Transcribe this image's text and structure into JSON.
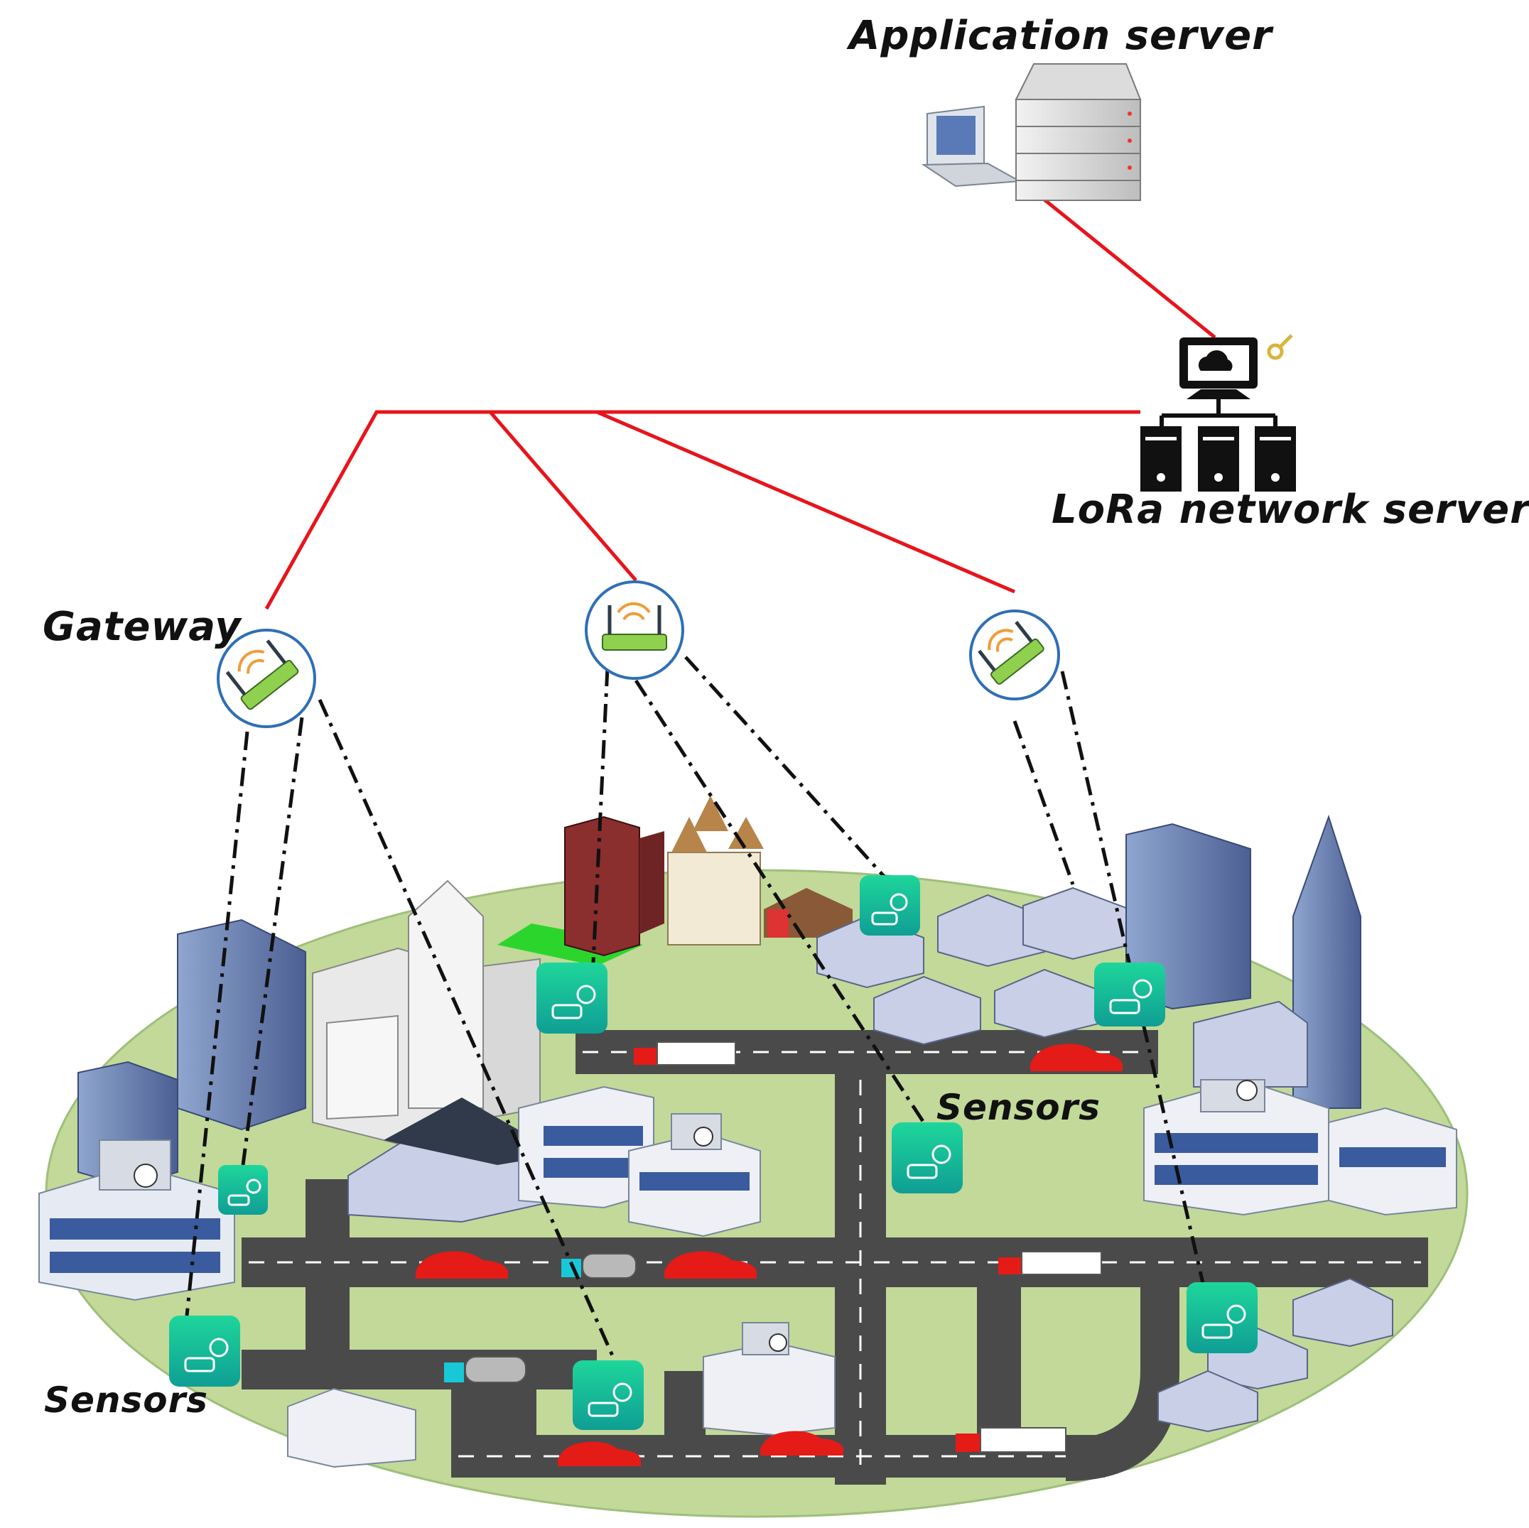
{
  "labels": {
    "application_server": "Application server",
    "lora_network_server": "LoRa network server",
    "gateway": "Gateway",
    "sensors_right": "Sensors",
    "sensors_left": "Sensors"
  },
  "colors": {
    "backhaul_line": "#e8141b",
    "sensor_link": "#111111",
    "ground": "#c2d99a",
    "road": "#4a4a4a",
    "sensor_tile": "#17c29a",
    "gateway_ring": "#2f6fb5",
    "car": "#e41b17"
  },
  "icons": {
    "server": "server-rack-icon",
    "network_server": "network-server-icon",
    "gateway": "lora-gateway-icon",
    "sensor": "parking-sensor-icon"
  }
}
